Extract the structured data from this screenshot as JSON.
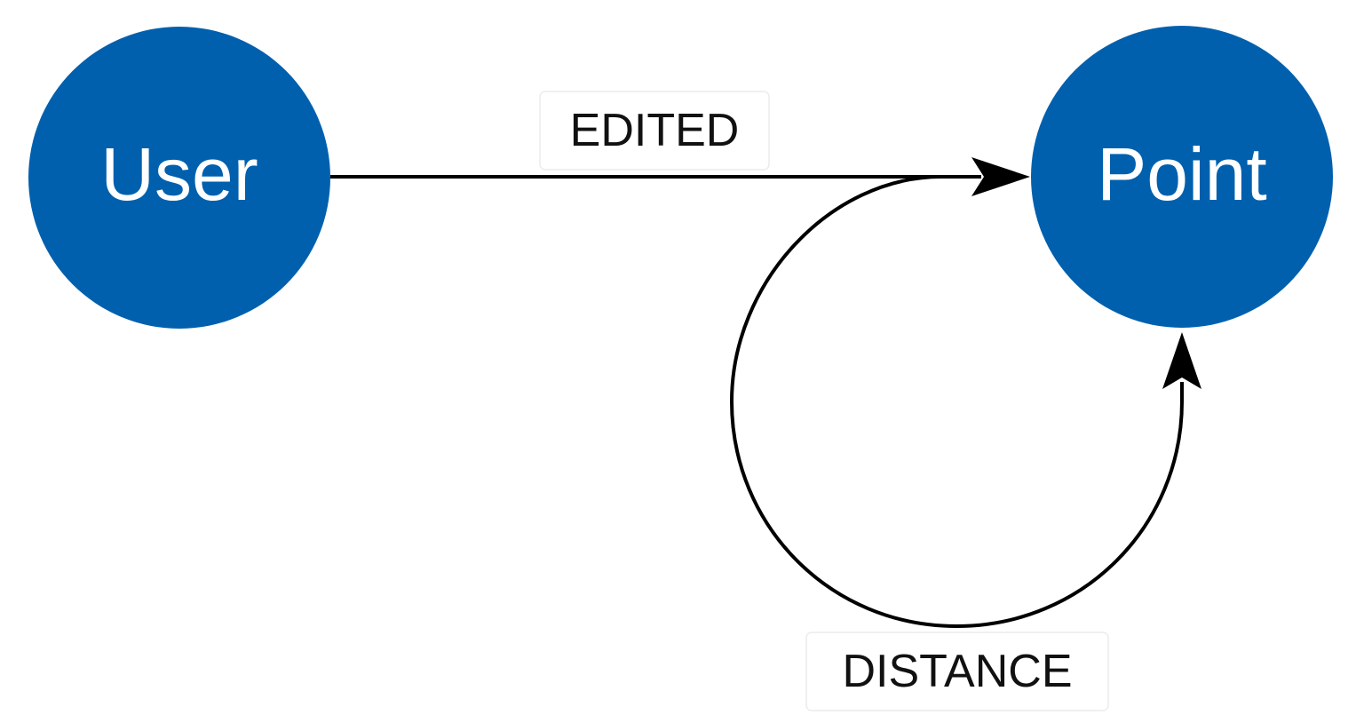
{
  "colors": {
    "node": "#0060ae",
    "node_text": "#ffffff",
    "edge": "#000000"
  },
  "nodes": {
    "user": {
      "label": "User"
    },
    "point": {
      "label": "Point"
    }
  },
  "edges": {
    "edited": {
      "label": "EDITED",
      "from": "User",
      "to": "Point"
    },
    "distance": {
      "label": "DISTANCE",
      "from": "Point",
      "to": "Point"
    }
  }
}
